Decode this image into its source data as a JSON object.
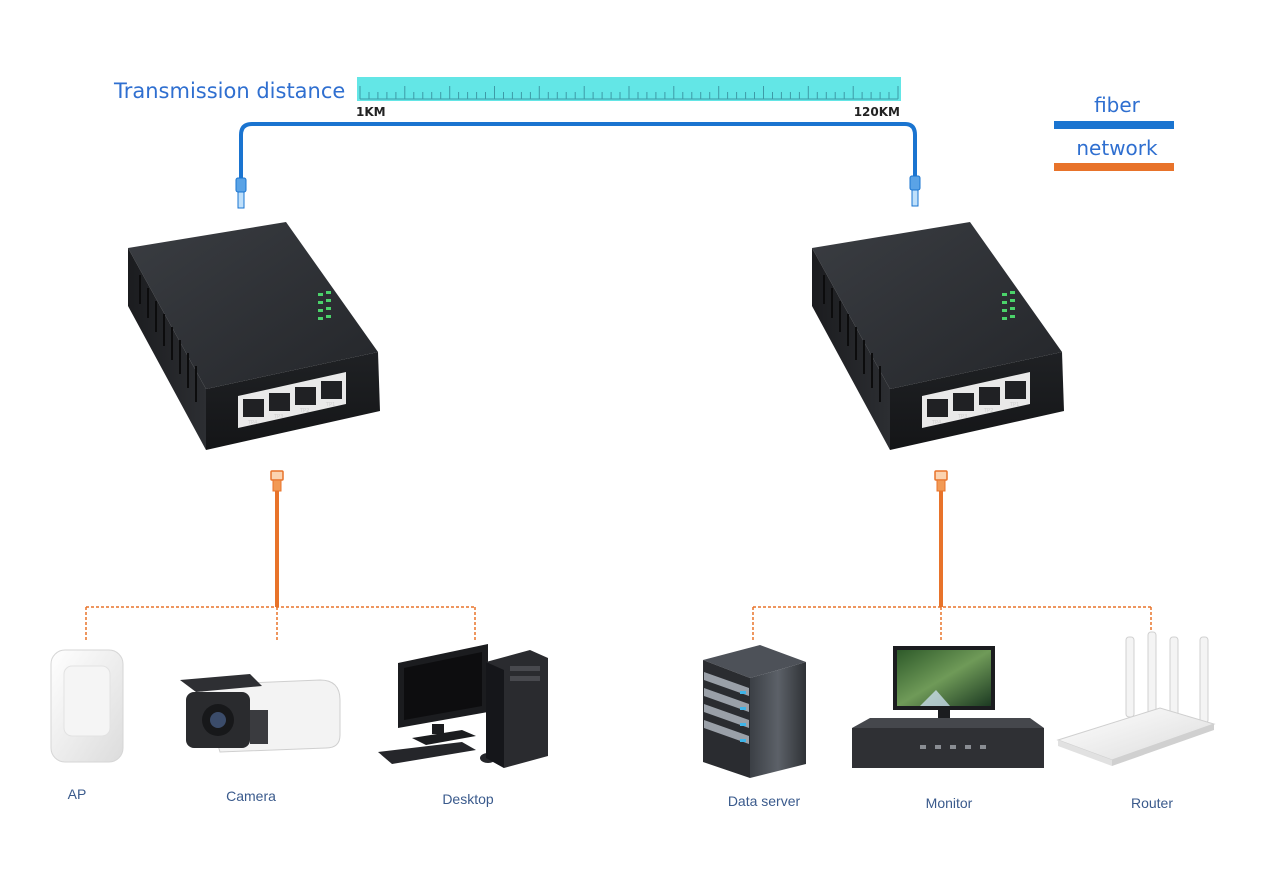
{
  "header": {
    "title": "Transmission distance",
    "scale_start": "1KM",
    "scale_end": "120KM"
  },
  "legend": {
    "fiber": {
      "label": "fiber",
      "color": "#1a74d0"
    },
    "network": {
      "label": "network",
      "color": "#e8732a"
    }
  },
  "colors": {
    "ruler": "#63e6e6",
    "ruler_ticks": "#3e9aa6",
    "device_body": "#2b2d30",
    "port_labels": [
      "TP4",
      "TP3",
      "TP2",
      "TP1"
    ]
  },
  "left_site": {
    "devices": [
      {
        "icon": "access-point-icon",
        "label": "AP"
      },
      {
        "icon": "camera-icon",
        "label": "Camera"
      },
      {
        "icon": "desktop-icon",
        "label": "Desktop"
      }
    ]
  },
  "right_site": {
    "devices": [
      {
        "icon": "data-server-icon",
        "label": "Data server"
      },
      {
        "icon": "monitor-icon",
        "label": "Monitor"
      },
      {
        "icon": "router-icon",
        "label": "Router"
      }
    ]
  }
}
